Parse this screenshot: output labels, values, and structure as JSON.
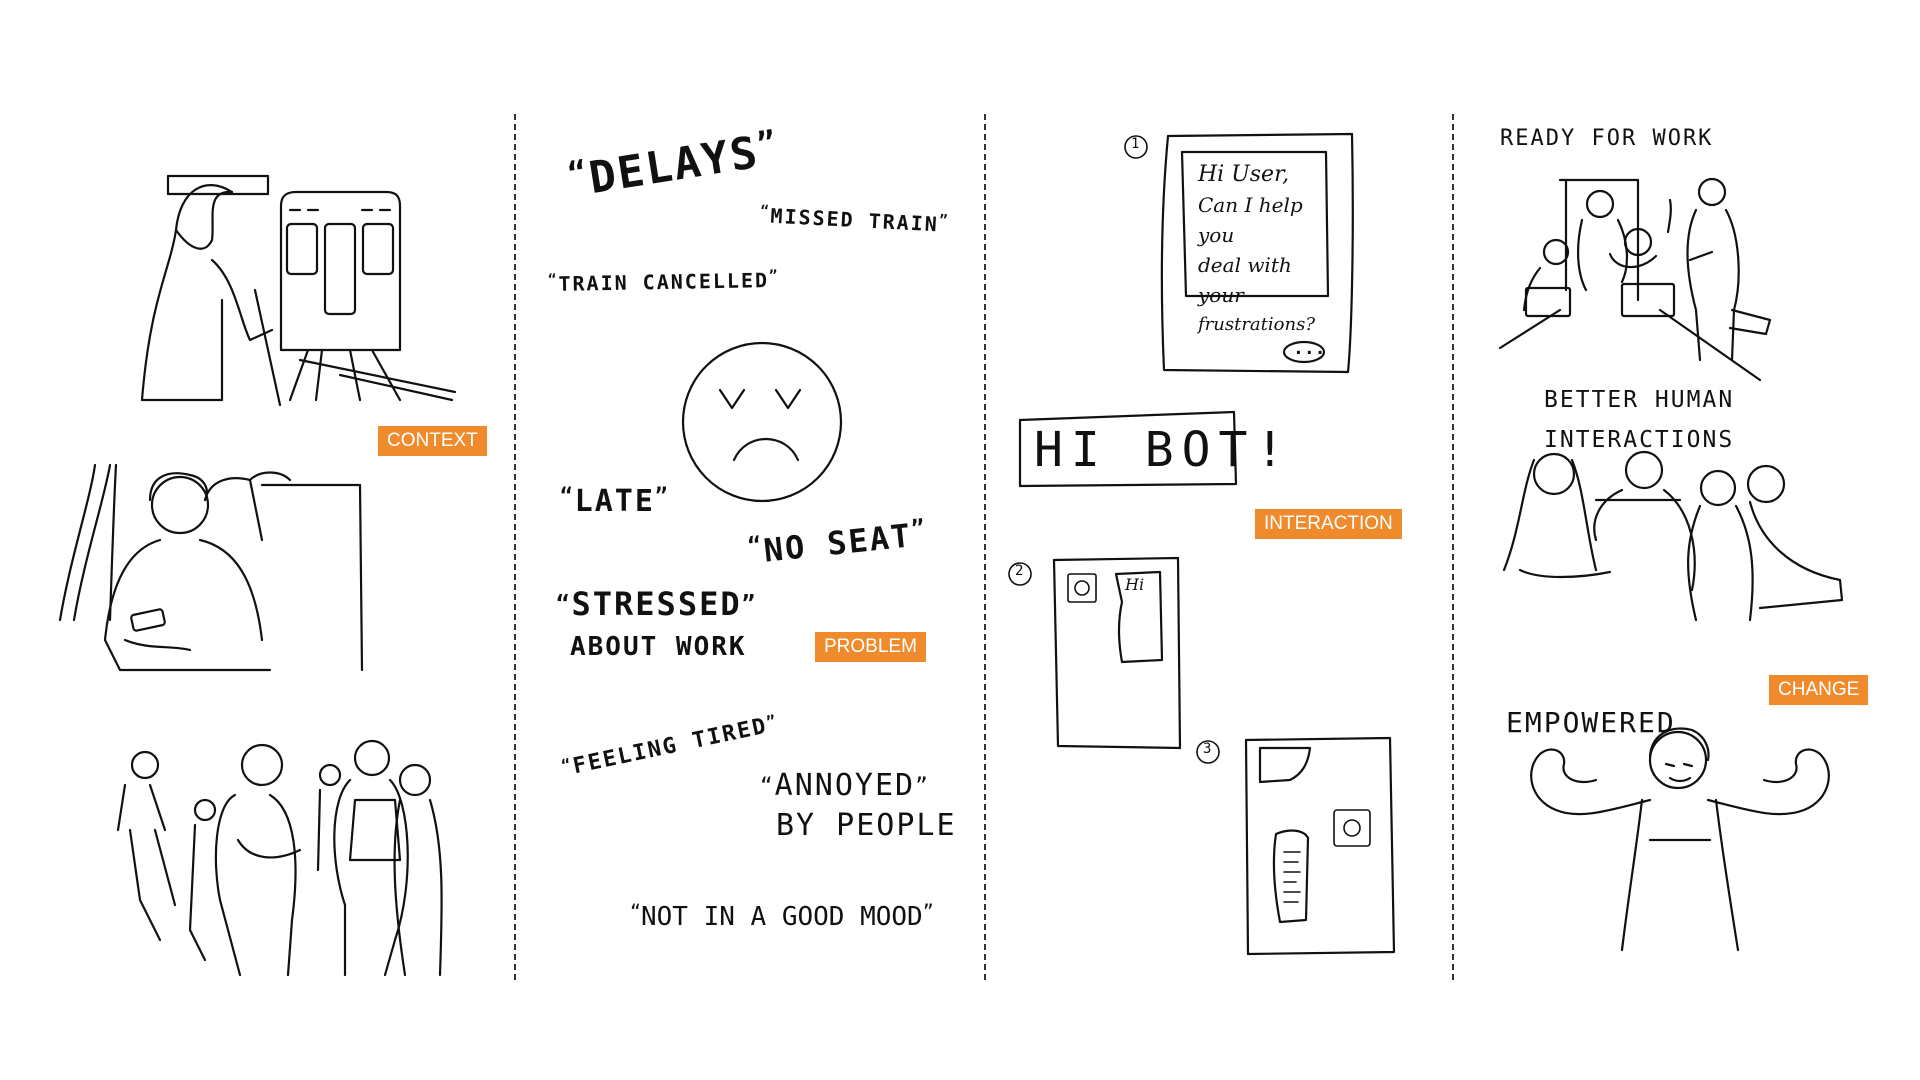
{
  "colors": {
    "accent": "#ef8b2c",
    "ink": "#111111",
    "background": "#ffffff"
  },
  "sections": {
    "context": {
      "tag": "CONTEXT"
    },
    "problem": {
      "tag": "PROBLEM",
      "quotes": {
        "delays": "DELAYS",
        "missed_train": "MISSED TRAIN",
        "train_cancelled": "TRAIN CANCELLED",
        "late": "LATE",
        "no_seat": "NO SEAT",
        "stressed_line1": "STRESSED",
        "stressed_line2": "ABOUT WORK",
        "feeling_tired": "FEELING TIRED",
        "annoyed_line1": "ANNOYED",
        "annoyed_line2": "BY PEOPLE",
        "not_good_mood": "NOT IN A GOOD MOOD"
      }
    },
    "interaction": {
      "tag": "INTERACTION",
      "steps": [
        "1",
        "2",
        "3"
      ],
      "bot_message": {
        "line1": "Hi User,",
        "line2": "Can I help you",
        "line3": "deal with your",
        "line4": "frustrations?"
      },
      "typing_indicator": "...",
      "greeting": "HI BOT!",
      "small_bubble": "Hi"
    },
    "change": {
      "tag": "CHANGE",
      "labels": {
        "ready_for_work": "READY FOR WORK",
        "better_line1": "BETTER HUMAN",
        "better_line2": "INTERACTIONS",
        "empowered": "EMPOWERED"
      }
    }
  }
}
